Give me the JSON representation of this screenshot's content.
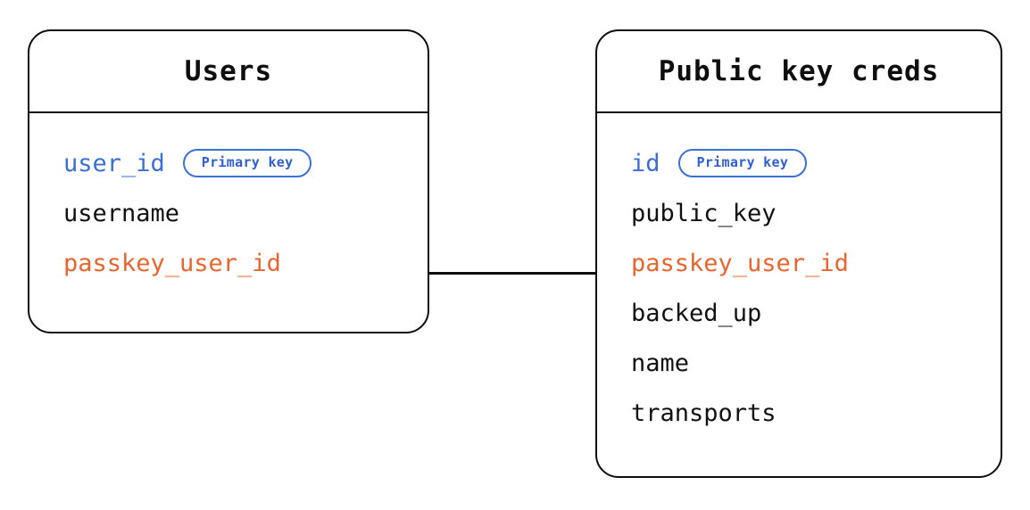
{
  "diagram": {
    "type": "entity-relationship",
    "background": "#ffffff",
    "colors": {
      "border": "#0e0e0e",
      "primary_key": "#3b6fd4",
      "foreign_key": "#e8652e",
      "text": "#111111",
      "badge_border": "#3b6fd4",
      "badge_text": "#2f5fd0"
    },
    "entities": [
      {
        "id": "users",
        "title": "Users",
        "fields": [
          {
            "name": "user_id",
            "role": "key",
            "badge": "Primary key"
          },
          {
            "name": "username",
            "role": "plain",
            "badge": null
          },
          {
            "name": "passkey_user_id",
            "role": "fk",
            "badge": null
          }
        ]
      },
      {
        "id": "public-key-creds",
        "title": "Public key creds",
        "fields": [
          {
            "name": "id",
            "role": "key",
            "badge": "Primary key"
          },
          {
            "name": "public_key",
            "role": "plain",
            "badge": null
          },
          {
            "name": "passkey_user_id",
            "role": "fk",
            "badge": null
          },
          {
            "name": "backed_up",
            "role": "plain",
            "badge": null
          },
          {
            "name": "name",
            "role": "plain",
            "badge": null
          },
          {
            "name": "transports",
            "role": "plain",
            "badge": null
          }
        ]
      }
    ],
    "relationships": [
      {
        "from": "users.passkey_user_id",
        "to": "public-key-creds.passkey_user_id",
        "style": "line"
      }
    ]
  }
}
